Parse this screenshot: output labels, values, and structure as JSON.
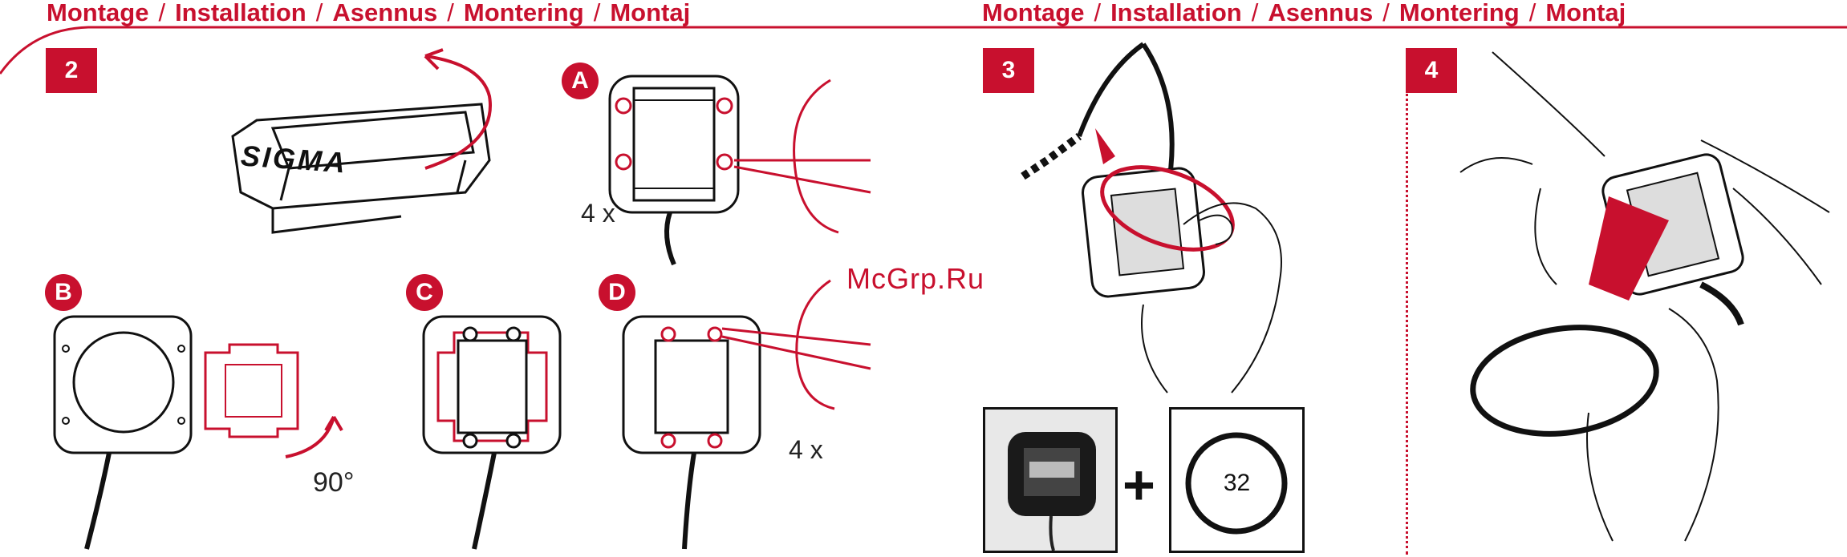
{
  "header": {
    "left_title": [
      "Montage",
      "Installation",
      "Asennus",
      "Montering",
      "Montaj"
    ],
    "right_title": [
      "Montage",
      "Installation",
      "Asennus",
      "Montering",
      "Montaj"
    ],
    "separator": "/"
  },
  "steps": {
    "step2": "2",
    "step3": "3",
    "step4": "4"
  },
  "substeps": {
    "a": "A",
    "b": "B",
    "c": "C",
    "d": "D"
  },
  "labels": {
    "brand": "SIGMA",
    "count_a": "4 x",
    "count_d": "4 x",
    "rotation": "90°",
    "plus": "+",
    "ring_size": "32"
  },
  "watermark": "McGrp.Ru",
  "colors": {
    "accent": "#c8102e",
    "ink": "#111111"
  }
}
